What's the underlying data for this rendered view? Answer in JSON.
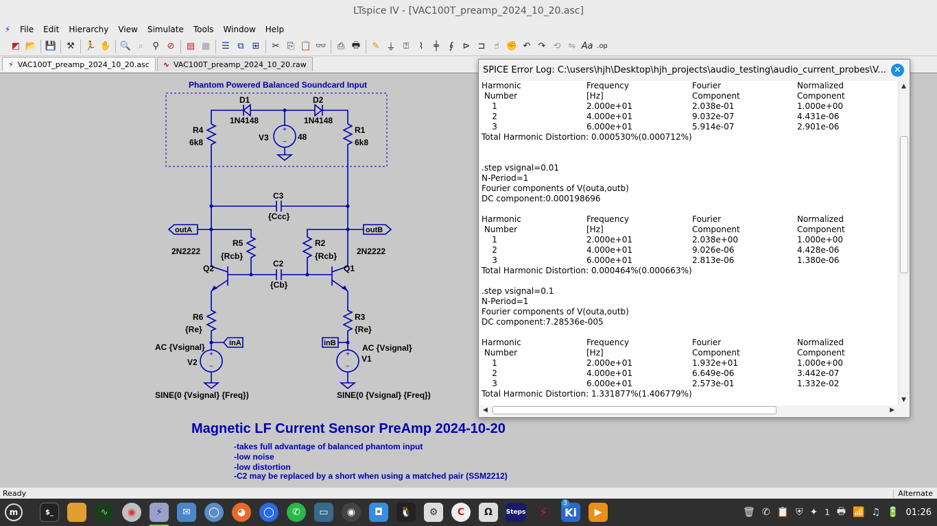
{
  "window": {
    "title": "LTspice IV - [VAC100T_preamp_2024_10_20.asc]"
  },
  "menu": [
    "File",
    "Edit",
    "Hierarchy",
    "View",
    "Simulate",
    "Tools",
    "Window",
    "Help"
  ],
  "tabs": [
    {
      "label": "VAC100T_preamp_2024_10_20.asc",
      "icon": "schematic-icon"
    },
    {
      "label": "VAC100T_preamp_2024_10_20.raw",
      "icon": "waveform-icon"
    }
  ],
  "schematic": {
    "box_title": "Phantom Powered Balanced Soundcard Input",
    "d1_name": "D1",
    "d1_model": "1N4148",
    "d2_name": "D2",
    "d2_model": "1N4148",
    "r4_name": "R4",
    "r4_value": "6k8",
    "r1_name": "R1",
    "r1_value": "6k8",
    "v3_name": "V3",
    "v3_value": "48",
    "c3_name": "C3",
    "c3_value": "{Ccc}",
    "outA": "outA",
    "outB": "outB",
    "q2_model": "2N2222",
    "q1_model": "2N2222",
    "r5_name": "R5",
    "r5_value": "{Rcb}",
    "r2_name": "R2",
    "r2_value": "{Rcb}",
    "c2_name": "C2",
    "c2_value": "{Cb}",
    "q2_name": "Q2",
    "q1_name": "Q1",
    "r6_name": "R6",
    "r6_value": "{Re}",
    "r3_name": "R3",
    "r3_value": "{Re}",
    "inA": "inA",
    "inB": "inB",
    "v2_ac": "AC {Vsignal}",
    "v2_name": "V2",
    "v1_ac": "AC {Vsignal}",
    "v1_name": "V1",
    "v2_sine": "SINE(0 {Vsignal} {Freq})",
    "v1_sine": "SINE(0 {Vsignal} {Freq})",
    "main_title": "Magnetic LF Current Sensor PreAmp 2024-10-20",
    "notes": [
      "-takes full advantage of balanced phantom input",
      "-low noise",
      "-low distortion",
      "-C2 may be replaced by a short when using a matched pair (SSM2212)"
    ]
  },
  "error_log": {
    "title": "SPICE Error Log: C:\\users\\hjh\\Desktop\\hjh_projects\\audio_testing\\audio_current_probes\\V...",
    "hdr1": [
      "Harmonic",
      "Frequency",
      "Fourier",
      "Normalized"
    ],
    "hdr2": [
      " Number",
      "[Hz]",
      "Component",
      "Component"
    ],
    "block1_rows": [
      [
        "    1",
        "2.000e+01",
        "2.038e-01",
        "1.000e+00"
      ],
      [
        "    2",
        "4.000e+01",
        "9.032e-07",
        "4.431e-06"
      ],
      [
        "    3",
        "6.000e+01",
        "5.914e-07",
        "2.901e-06"
      ]
    ],
    "block1_thd": "Total Harmonic Distortion: 0.000530%(0.000712%)",
    "block2_step": ".step vsignal=0.01",
    "block2_nperiod": "N-Period=1",
    "block2_fourier": "Fourier components of V(outa,outb)",
    "block2_dc": "DC component:0.000198696",
    "block2_rows": [
      [
        "    1",
        "2.000e+01",
        "2.038e+00",
        "1.000e+00"
      ],
      [
        "    2",
        "4.000e+01",
        "9.026e-06",
        "4.428e-06"
      ],
      [
        "    3",
        "6.000e+01",
        "2.813e-06",
        "1.380e-06"
      ]
    ],
    "block2_thd": "Total Harmonic Distortion: 0.000464%(0.000663%)",
    "block3_step": ".step vsignal=0.1",
    "block3_nperiod": "N-Period=1",
    "block3_fourier": "Fourier components of V(outa,outb)",
    "block3_dc": "DC component:7.28536e-005",
    "block3_rows": [
      [
        "    1",
        "2.000e+01",
        "1.932e+01",
        "1.000e+00"
      ],
      [
        "    2",
        "4.000e+01",
        "6.649e-06",
        "3.442e-07"
      ],
      [
        "    3",
        "6.000e+01",
        "2.573e-01",
        "1.332e-02"
      ]
    ],
    "block3_thd": "Total Harmonic Distortion: 1.331877%(1.406779%)"
  },
  "status": {
    "left": "Ready",
    "right": "Alternate"
  },
  "taskbar": {
    "apps": [
      "mint-menu-icon",
      "terminal-icon",
      "files-icon",
      "system-monitor-icon",
      "chromium-icon",
      "ltspice-icon",
      "mail-icon",
      "vm-icon",
      "firefox-icon",
      "chat-icon",
      "whatsapp-icon",
      "display-icon",
      "webcam-icon",
      "screenshot-icon",
      "vpn-icon",
      "settings-icon",
      "scanner-icon",
      "ohm-icon",
      "steps-app-icon",
      "ltspice-alt-icon",
      "kicad-icon",
      "player-icon"
    ],
    "steps_label": "Steps",
    "ki_label": "Ki",
    "ki_badge": "3",
    "tray_count": "1",
    "clock": "01:26"
  }
}
